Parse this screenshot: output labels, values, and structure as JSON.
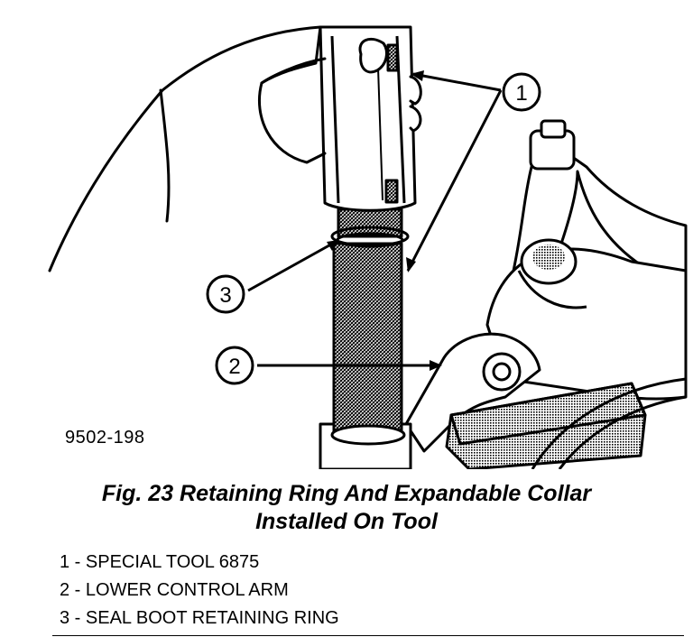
{
  "figure": {
    "id_label": "9502-198",
    "callouts": [
      "1",
      "2",
      "3"
    ]
  },
  "caption": {
    "line1": "Fig. 23 Retaining Ring And Expandable Collar",
    "line2": "Installed On Tool"
  },
  "legend": [
    {
      "num": "1",
      "sep": " - ",
      "text": "SPECIAL TOOL 6875"
    },
    {
      "num": "2",
      "sep": " - ",
      "text": "LOWER CONTROL ARM"
    },
    {
      "num": "3",
      "sep": " - ",
      "text": "SEAL BOOT RETAINING RING"
    }
  ]
}
